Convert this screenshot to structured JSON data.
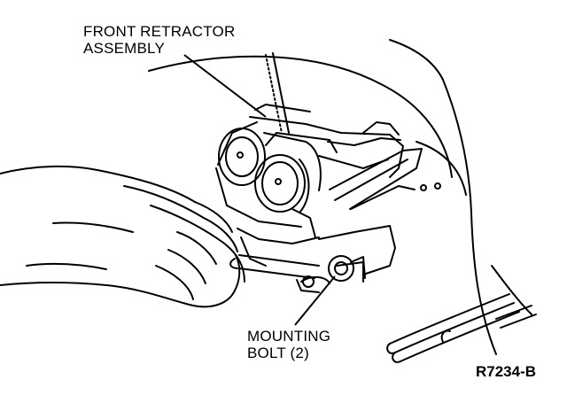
{
  "labels": {
    "front_retractor": {
      "line1": "FRONT RETRACTOR",
      "line2": "ASSEMBLY"
    },
    "mounting_bolt": {
      "line1": "MOUNTING",
      "line2": "BOLT (2)"
    },
    "figure_id": "R7234-B"
  },
  "colors": {
    "ink": "#000000",
    "paper": "#ffffff"
  }
}
